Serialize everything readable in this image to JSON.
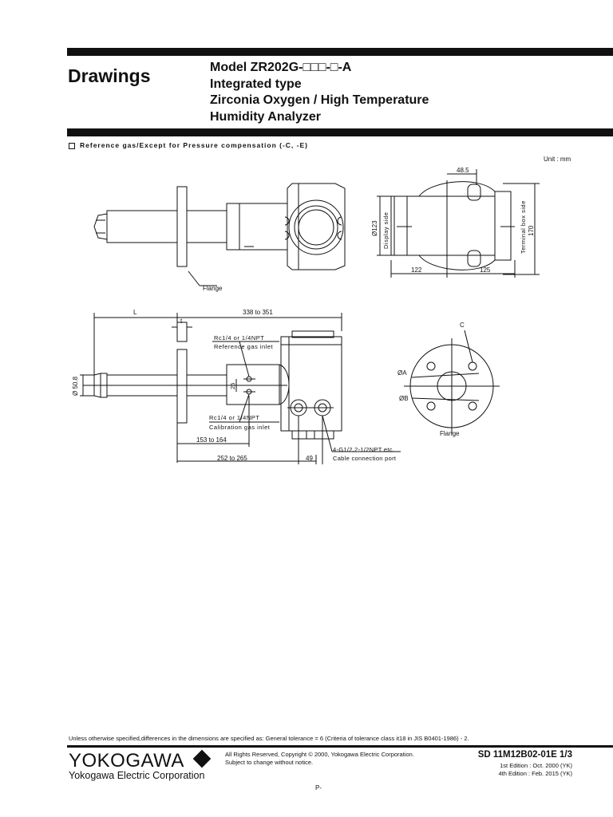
{
  "header": {
    "section_title": "Drawings",
    "model_lines": [
      "Model ZR202G-□□□-□-A",
      "Integrated type",
      "Zirconia Oxygen / High Temperature",
      "Humidity Analyzer"
    ]
  },
  "subheading": "Reference gas/Except for Pressure compensation (-C, -E)",
  "unit_label": "Unit : mm",
  "drawing_labels": {
    "flange_top": "Flange",
    "dim_48_5": "48.5",
    "dim_d123": "Ø123",
    "display_side": "Display side",
    "terminal_box_side": "Terminal box side",
    "dim_170": "170",
    "dim_122": "122",
    "dim_125": "125",
    "dim_L": "L",
    "dim_338_351": "338 to 351",
    "dim_t": "t",
    "rc_ref": "Rc1/4 or 1/4NPT",
    "ref_inlet": "Reference gas inlet",
    "dim_d50_8": "Ø 50.8",
    "dim_25": "25",
    "rc_cal": "Rc1/4 or 1/4NPT",
    "cal_inlet": "Calibration gas inlet",
    "dim_153_164": "153 to 164",
    "dim_252_265": "252 to 265",
    "dim_49": "49",
    "cable_thread": "4-G1/2,2-1/2NPT etc.",
    "cable_port": "Cable connection port",
    "flange_c": "C",
    "flange_a": "ØA",
    "flange_b": "ØB",
    "flange_bottom": "Flange"
  },
  "footer": {
    "tolerance_note": "Unless otherwise specified,differences in the dimensions are specified as: General tolerance = 6 (Criteria of tolerance class it18 in JIS B0401-1986) - 2.",
    "logo": "YOKOGAWA",
    "company": "Yokogawa Electric Corporation",
    "rights": "All Rights Reserved, Copyright © 2000, Yokogawa Electric Corporation.",
    "notice": "Subject to change without notice.",
    "doc_number": "SD 11M12B02-01E 1/3",
    "edition_1": "1st Edition : Oct. 2000 (YK)",
    "edition_4": "4th Edition : Feb. 2015 (YK)",
    "page": "P-"
  }
}
